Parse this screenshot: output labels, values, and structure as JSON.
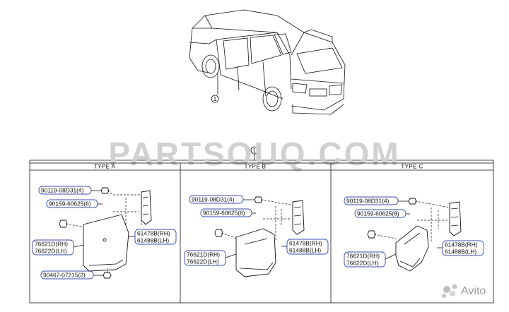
{
  "callout": "1",
  "watermark": "PARTSOUQ.COM",
  "avito_label": "Avito",
  "panels": [
    {
      "title": "TYPE A",
      "labels": {
        "bolt": "90119-08D31(4)",
        "nut": "90159-60625(6)",
        "flap_rh": "76621D(RH)",
        "flap_lh": "76622D(LH)",
        "bracket_rh": "61478B(RH)",
        "bracket_lh": "61488B(LH)",
        "screw": "90467-07215(2)"
      }
    },
    {
      "title": "TYPE B",
      "labels": {
        "bolt": "90119-08D31(4)",
        "nut": "90159-60625(8)",
        "flap_rh": "76621D(RH)",
        "flap_lh": "76622D(LH)",
        "bracket_rh": "61478B(RH)",
        "bracket_lh": "61488B(LH)"
      }
    },
    {
      "title": "TYPE C",
      "labels": {
        "bolt": "90119-08D31(4)",
        "nut": "90159-60625(8)",
        "flap_rh": "76621D(RH)",
        "flap_lh": "76622D(LH)",
        "bracket_rh": "61478B(RH)",
        "bracket_lh": "61488B(LH)"
      }
    }
  ]
}
